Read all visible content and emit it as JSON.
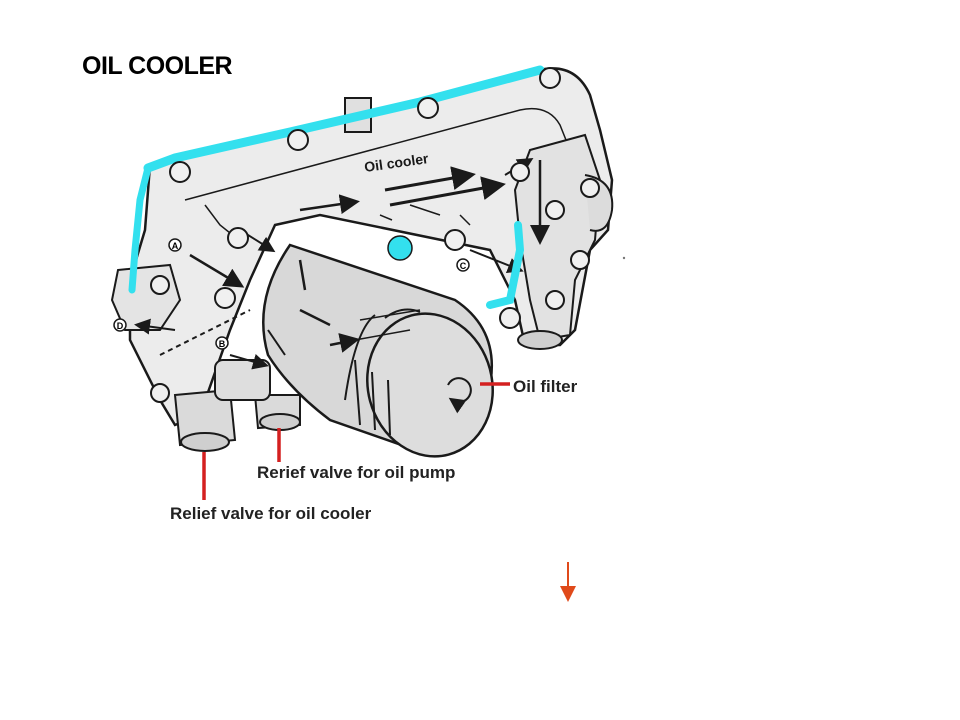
{
  "title": "OIL COOLER",
  "diagram": {
    "inner_label": "Oil cooler",
    "callouts": {
      "oil_filter": "Oil filter",
      "relief_pump": "Rerief valve for oil pump",
      "relief_cooler": "Relief valve for oil cooler"
    },
    "port_marks": {
      "a": "A",
      "b": "B",
      "c": "C",
      "d": "D"
    }
  },
  "colors": {
    "gasket": "#33e0ee",
    "callout_line": "#d42020",
    "stray_arrow": "#e04a1a",
    "outline": "#1a1a1a",
    "body_fill": "#e6e6e6",
    "filter_fill": "#d8d8d8"
  }
}
